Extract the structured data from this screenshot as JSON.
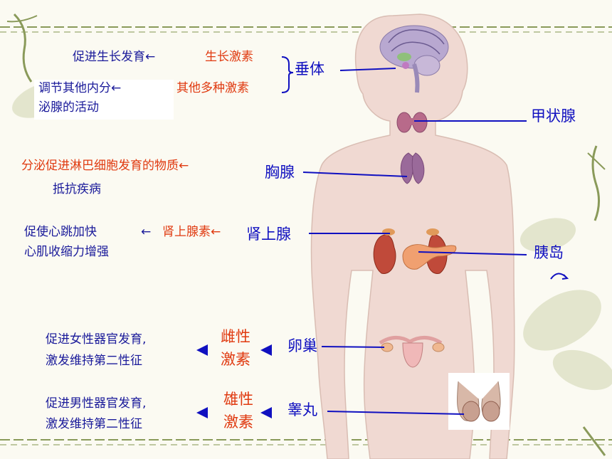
{
  "glands": {
    "pituitary": "垂体",
    "thyroid": "甲状腺",
    "thymus": "胸腺",
    "adrenal": "肾上腺",
    "pancreatic_islet": "胰岛",
    "ovary": "卵巢",
    "testis": "睾丸"
  },
  "hormones": {
    "growth": "生长激素",
    "other_multiple": "其他多种激素",
    "adrenaline": "肾上腺素←",
    "female_hormone": [
      "雌性",
      "激素"
    ],
    "male_hormone": [
      "雄性",
      "激素"
    ]
  },
  "effects": {
    "growth": "促进生长发育←",
    "regulate_line1": "调节其他内分←",
    "regulate_line2": "泌腺的活动",
    "thymus_line1": "分泌促进淋巴细胞发育的物质←",
    "thymus_line2": "抵抗疾病",
    "heart_line1": "促使心跳加快",
    "heart_arrow": "←",
    "heart_line2": "心肌收缩力增强",
    "female_line1": "促进女性器官发育,",
    "female_line2": "激发维持第二性征",
    "male_line1": "促进男性器官发育,",
    "male_line2": "激发维持第二性征"
  },
  "colors": {
    "label_blue": "#1010c0",
    "hormone_red": "#e03a10",
    "body": "#f0d9d2",
    "organ_purple": "#9a6a9a"
  }
}
